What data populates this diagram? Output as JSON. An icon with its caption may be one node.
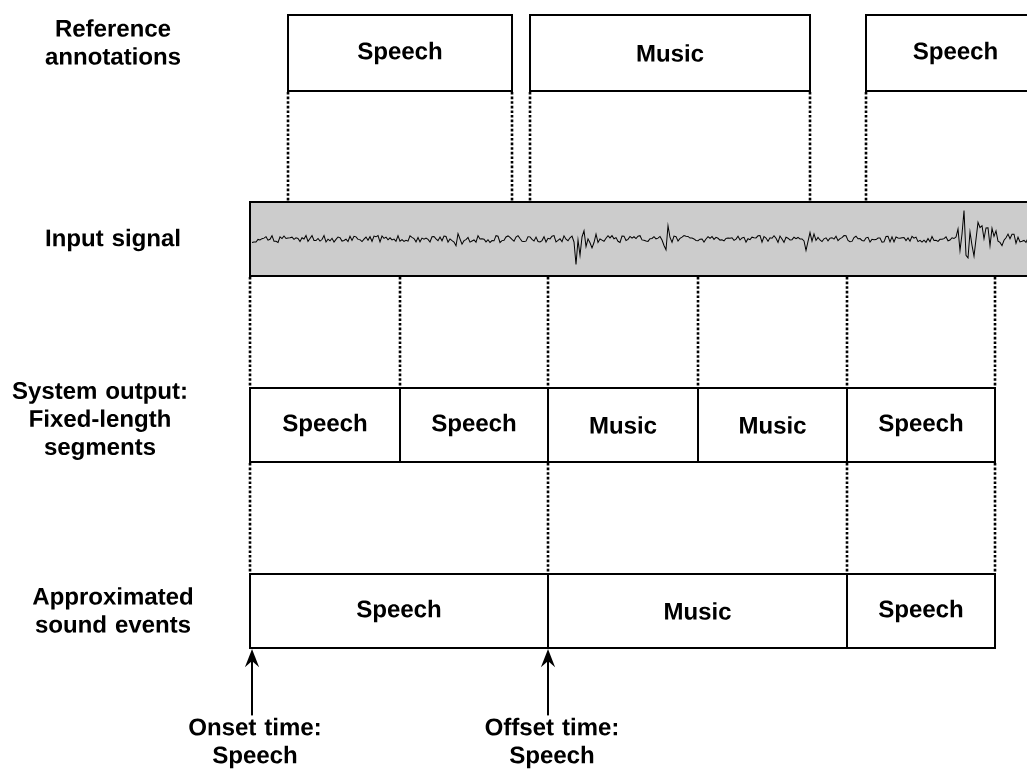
{
  "diagram": {
    "nodes": [
      {
        "text": [
          "Speech"
        ]
      },
      {
        "text": [
          "Music"
        ]
      },
      {
        "text": [
          "Speech"
        ]
      },
      {
        "text": [],
        "shape": "box"
      },
      {
        "text": [
          "Speech"
        ]
      },
      {
        "text": [
          "Speech"
        ]
      },
      {
        "text": [
          "Music"
        ]
      },
      {
        "text": [
          "Music"
        ]
      },
      {
        "text": [
          "Speech"
        ]
      },
      {
        "text": [
          "Speech"
        ]
      },
      {
        "text": [
          "Music"
        ]
      },
      {
        "text": [
          "Speech"
        ]
      },
      {
        "text": [
          "Onset time: Speech"
        ]
      },
      {
        "text": [
          "Offset time: Speech"
        ]
      }
    ],
    "edges": [
      {
        "from": 0,
        "to": 3,
        "arrow": "none",
        "style": "dashed"
      },
      {
        "from": 0,
        "to": 3,
        "arrow": "none",
        "style": "dashed"
      },
      {
        "from": 1,
        "to": 3,
        "arrow": "none",
        "style": "dashed"
      },
      {
        "from": 1,
        "to": 3,
        "arrow": "none",
        "style": "dashed"
      },
      {
        "from": 2,
        "to": 3,
        "arrow": "none",
        "style": "dashed"
      },
      {
        "from": 3,
        "to": 4,
        "arrow": "none",
        "style": "dashed"
      },
      {
        "from": 3,
        "to": 4,
        "arrow": "none",
        "style": "dashed"
      },
      {
        "from": 3,
        "to": 6,
        "arrow": "none",
        "style": "dashed"
      },
      {
        "from": 3,
        "to": 7,
        "arrow": "none",
        "style": "dashed"
      },
      {
        "from": 3,
        "to": 8,
        "arrow": "none",
        "style": "dashed"
      },
      {
        "from": 3,
        "to": 8,
        "arrow": "none",
        "style": "dashed"
      },
      {
        "from": 4,
        "to": 9,
        "arrow": "none",
        "style": "dashed"
      },
      {
        "from": 6,
        "to": 10,
        "arrow": "none",
        "style": "dashed"
      },
      {
        "from": 8,
        "to": 11,
        "arrow": "none",
        "style": "dashed"
      },
      {
        "from": 8,
        "to": 11,
        "arrow": "none",
        "style": "dashed"
      },
      {
        "from": 12,
        "to": 9,
        "arrow": "to"
      },
      {
        "from": 13,
        "to": 9,
        "arrow": "to"
      }
    ],
    "labels": [
      "Reference annotations",
      "Input signal",
      "System output: Fixed-length segments",
      "Approximated sound events"
    ]
  }
}
